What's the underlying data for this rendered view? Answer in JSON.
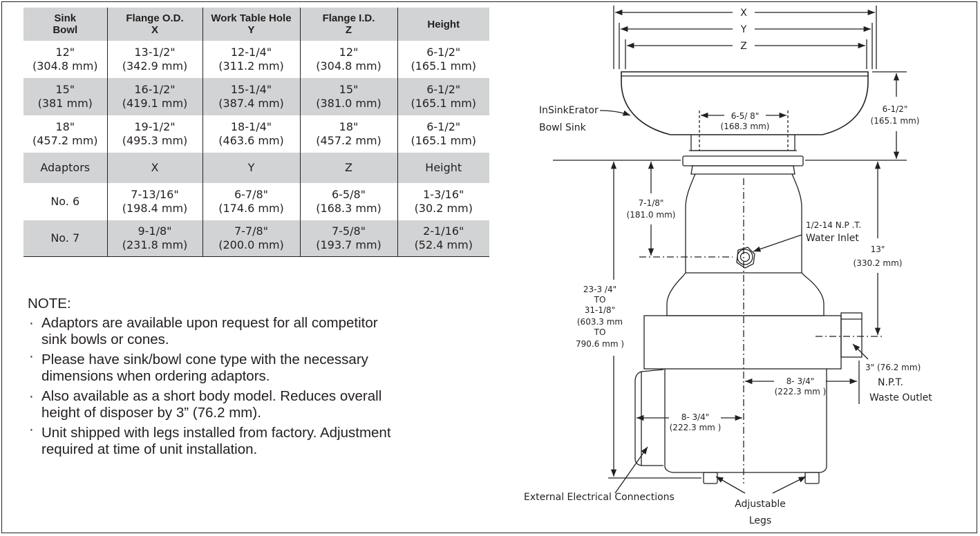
{
  "table": {
    "headers": [
      [
        "Sink",
        "Bowl"
      ],
      [
        "Flange O.D.",
        "X"
      ],
      [
        "Work Table Hole",
        "Y"
      ],
      [
        "Flange I.D.",
        "Z"
      ],
      [
        "Height",
        ""
      ]
    ],
    "rows": [
      [
        [
          "12\"",
          "(304.8 mm)"
        ],
        [
          "13-1/2\"",
          "(342.9 mm)"
        ],
        [
          "12-1/4\"",
          "(311.2 mm)"
        ],
        [
          "12\"",
          "(304.8 mm)"
        ],
        [
          "6-1/2\"",
          "(165.1 mm)"
        ]
      ],
      [
        [
          "15\"",
          "(381 mm)"
        ],
        [
          "16-1/2\"",
          "(419.1 mm)"
        ],
        [
          "15-1/4\"",
          "(387.4 mm)"
        ],
        [
          "15\"",
          "(381.0 mm)"
        ],
        [
          "6-1/2\"",
          "(165.1 mm)"
        ]
      ],
      [
        [
          "18\"",
          "(457.2 mm)"
        ],
        [
          "19-1/2\"",
          "(495.3 mm)"
        ],
        [
          "18-1/4\"",
          "(463.6 mm)"
        ],
        [
          "18\"",
          "(457.2 mm)"
        ],
        [
          "6-1/2\"",
          "(165.1 mm)"
        ]
      ],
      [
        [
          "Adaptors"
        ],
        [
          "X"
        ],
        [
          "Y"
        ],
        [
          "Z"
        ],
        [
          "Height"
        ]
      ],
      [
        [
          "No. 6"
        ],
        [
          "7-13/16\"",
          "(198.4 mm)"
        ],
        [
          "6-7/8\"",
          "(174.6 mm)"
        ],
        [
          "6-5/8\"",
          "(168.3 mm)"
        ],
        [
          "1-3/16\"",
          "(30.2 mm)"
        ]
      ],
      [
        [
          "No. 7"
        ],
        [
          "9-1/8\"",
          "(231.8 mm)"
        ],
        [
          "7-7/8\"",
          "(200.0 mm)"
        ],
        [
          "7-5/8\"",
          "(193.7 mm)"
        ],
        [
          "2-1/16\"",
          "(52.4 mm)"
        ]
      ]
    ]
  },
  "notes": {
    "heading": "NOTE:",
    "items": [
      [
        "Adaptors are available upon request for all competitor",
        "sink bowls or cones."
      ],
      [
        "Please have sink/bowl cone type with the necessary",
        "dimensions when ordering adaptors."
      ],
      [
        "Also available as a short body model. Reduces overall",
        "height of disposer by 3” (76.2 mm)."
      ],
      [
        "Unit shipped with legs installed from factory. Adjustment",
        "required at time of unit installation."
      ]
    ]
  },
  "drawing": {
    "dim_x": "X",
    "dim_y": "Y",
    "dim_z": "Z",
    "bowl_label": [
      "InSinkErator",
      "Bowl Sink"
    ],
    "flange_id_dim": [
      "6-5/ 8\"",
      "(168.3  mm)"
    ],
    "bowl_height_dim": [
      "6-1/2\"",
      "(165.1 mm)"
    ],
    "inlet_height_dim": [
      "7-1/8\"",
      "(181.0  mm)"
    ],
    "water_inlet": [
      "1/2-14 N.P .T.",
      "Water Inlet"
    ],
    "outlet_height_dim": [
      "13\"",
      "(330.2 mm)"
    ],
    "overall_height_dim": [
      "23-3 /4\"",
      "TO",
      "31-1/8\"",
      "(603.3 mm",
      "TO",
      "790.6 mm )"
    ],
    "outlet_offset_dim": [
      "8- 3/4\"",
      "(222.3 mm )"
    ],
    "electrical_offset_dim": [
      "8- 3/4\"",
      "(222.3 mm )"
    ],
    "waste_outlet": [
      "3\" (76.2 mm)",
      "N.P.T.",
      "Waste Outlet"
    ],
    "electrical_label": "External Electrical Connections",
    "legs_label": [
      "Adjustable",
      "Legs"
    ]
  }
}
